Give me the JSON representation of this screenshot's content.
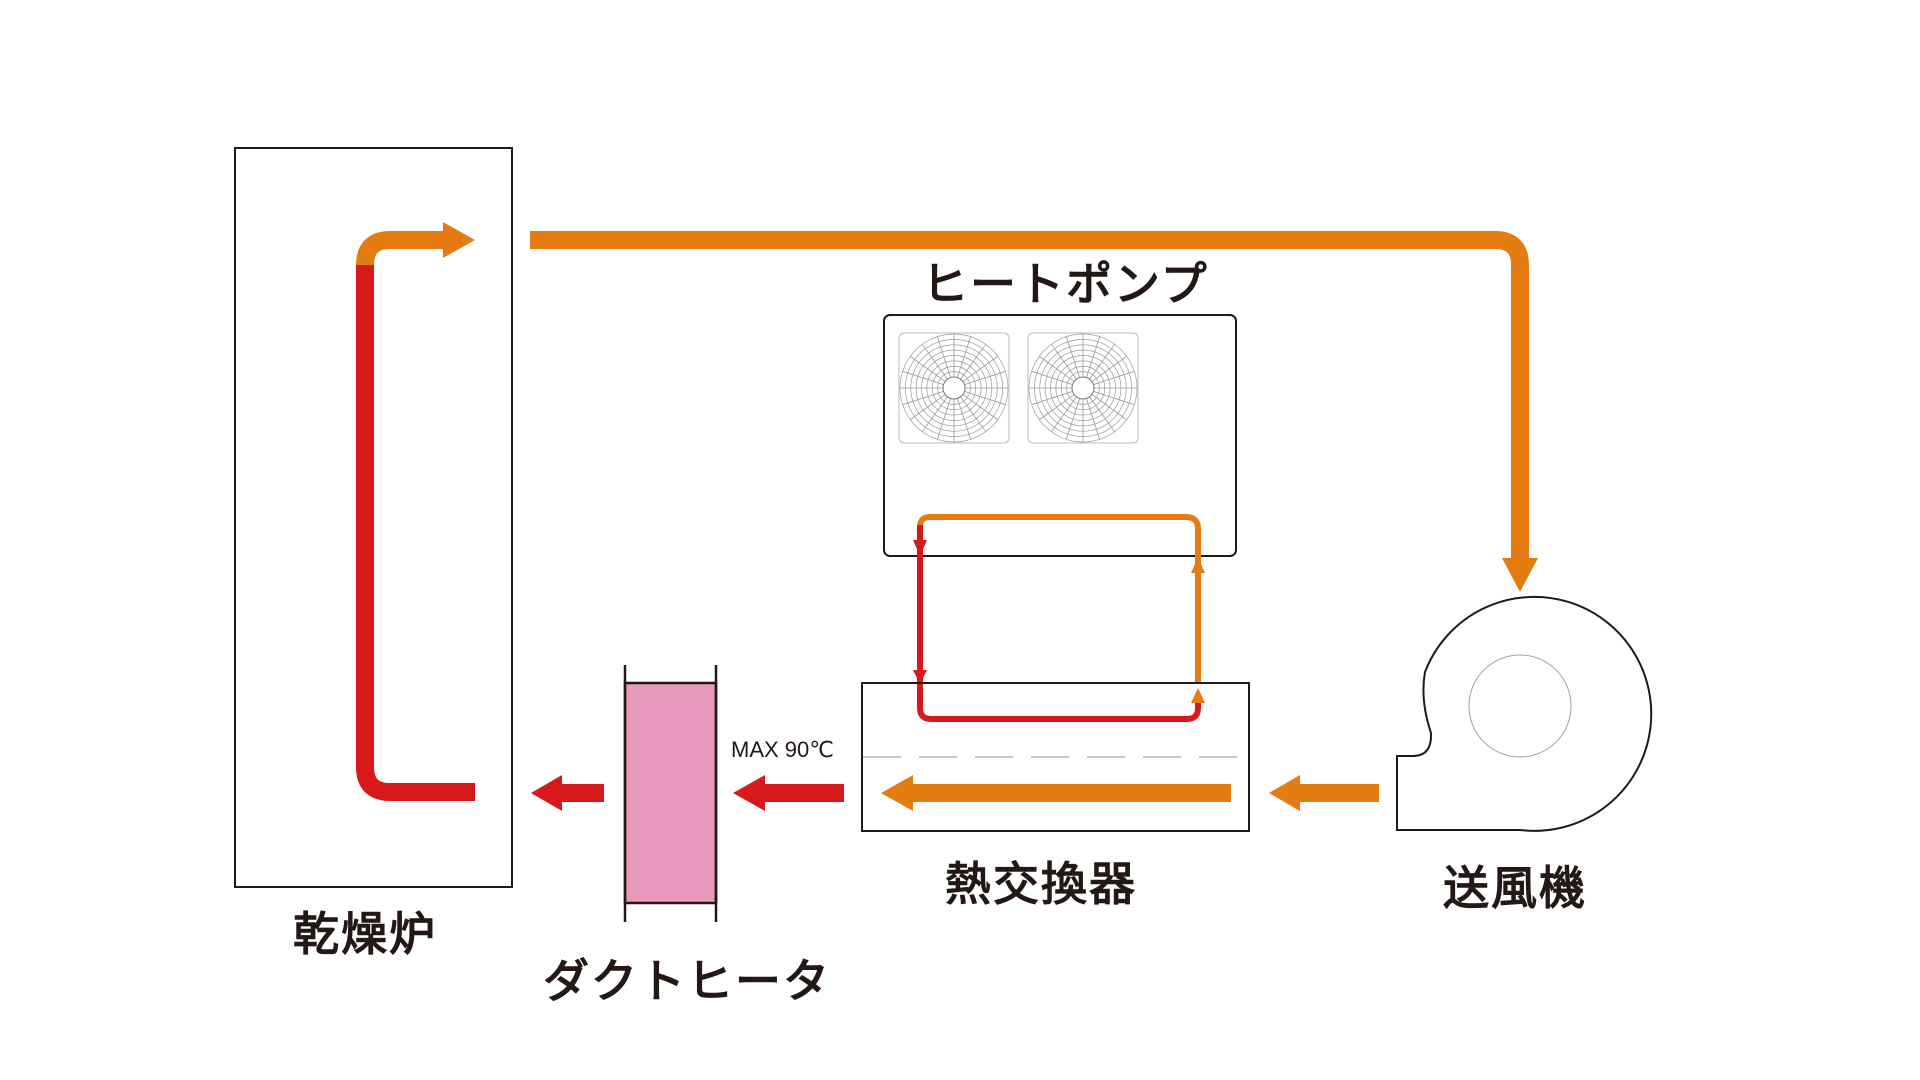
{
  "labels": {
    "drying_oven": "乾燥炉",
    "duct_heater": "ダクトヒータ",
    "heat_pump": "ヒートポンプ",
    "heat_exchanger": "熱交換器",
    "blower": "送風機",
    "max_temp": "MAX 90℃"
  },
  "colors": {
    "hot_air": "#d7191c",
    "warm_air": "#e47c12",
    "heater_fill": "#e89abd",
    "outline": "#231815",
    "fan_grille": "#9a9a9a",
    "dashed_line": "#b5b5b5"
  },
  "icons": {
    "fan": "fan-grille-icon",
    "blower": "centrifugal-blower-icon"
  }
}
